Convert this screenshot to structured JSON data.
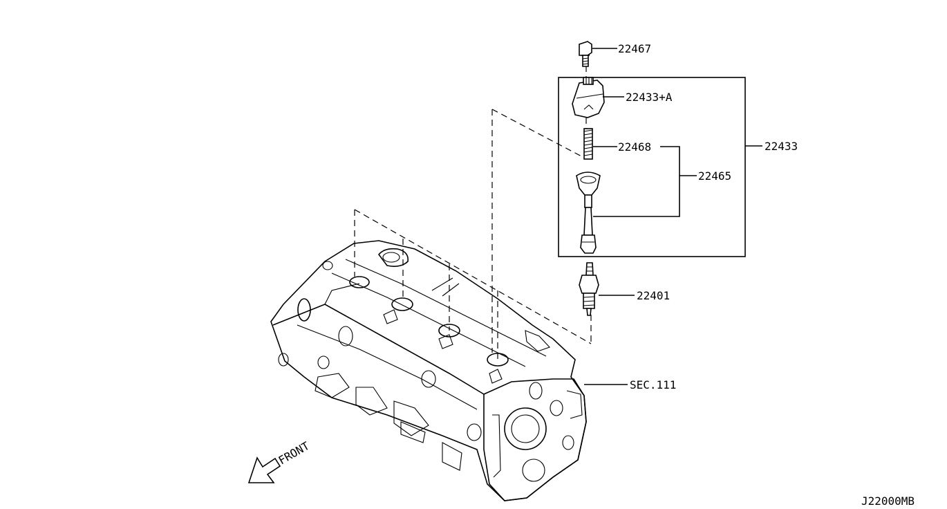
{
  "callouts": {
    "bolt": "22467",
    "coil_sub": "22433+A",
    "spring": "22468",
    "boot_assembly": "22465",
    "coil_assembly": "22433",
    "spark_plug": "22401",
    "cylinder_head": "SEC.111"
  },
  "front_label": "FRONT",
  "diagram_code": "J22000MB"
}
